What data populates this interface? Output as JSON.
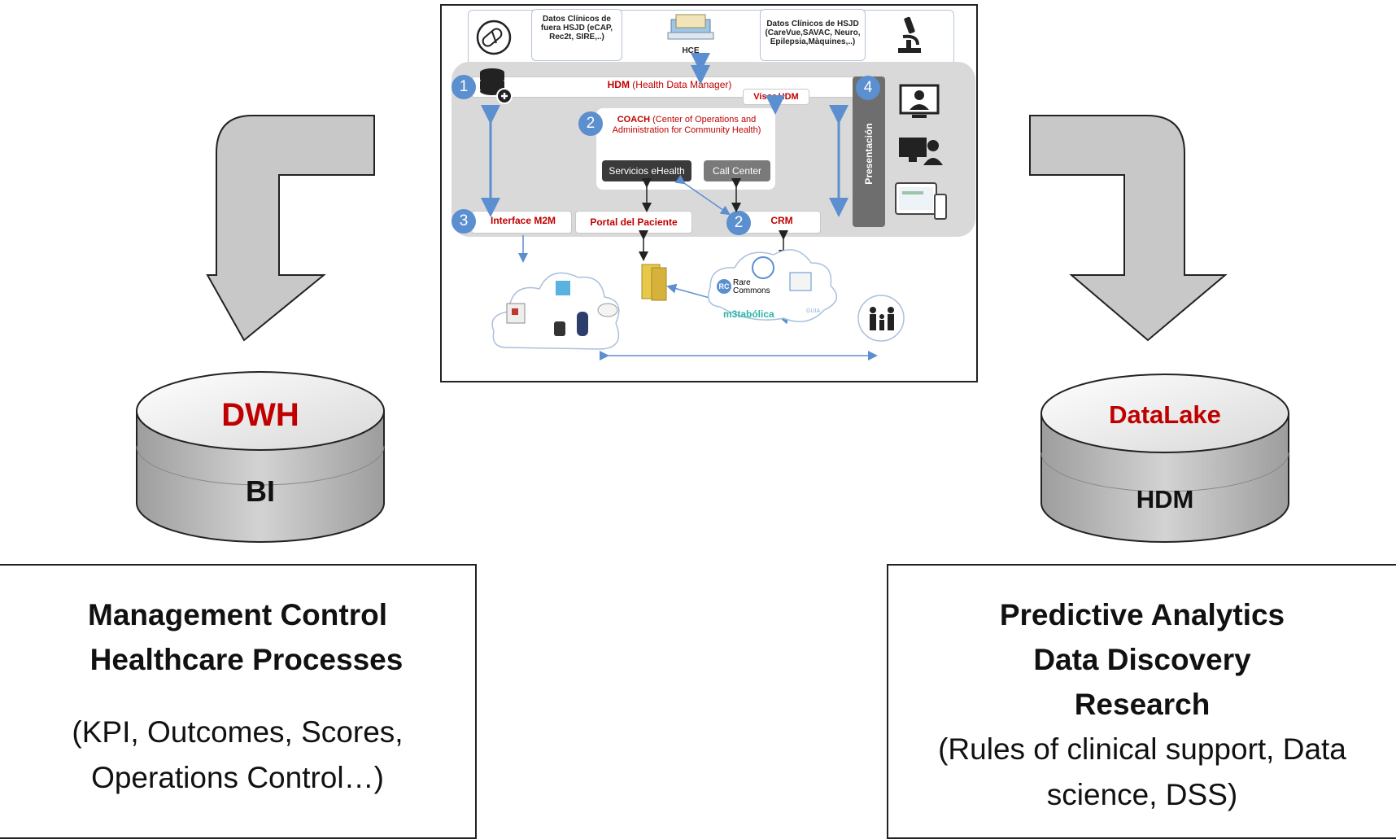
{
  "sources": {
    "external_clinical": "Datos Clínicos de fuera HSJD (eCAP, Rec2t, SIRE,..)",
    "hce": "HCE",
    "internal_clinical": "Datos Clínicos de HSJD (CareVue,SAVAC, Neuro, Epilepsia,Màquines,..)"
  },
  "hdm_bar": {
    "number": "1",
    "title": "HDM",
    "subtitle": "(Health Data Manager)"
  },
  "visor_hdm": "Visor HDM",
  "coach": {
    "number": "2",
    "title": "COACH",
    "subtitle": "(Center of Operations and Administration for Community Health)",
    "btn_ehealth": "Servicios eHealth",
    "btn_callcenter": "Call Center"
  },
  "presentation": {
    "number": "4",
    "label": "Presentación"
  },
  "bottom_row": {
    "m2m_number": "3",
    "m2m": "Interface M2M",
    "portal": "Portal del Paciente",
    "crm_number": "2",
    "crm": "CRM"
  },
  "cloud_logos": {
    "rare_badge": "RC",
    "rare1": "Rare",
    "rare2": "Commons",
    "metabolica": "m3tabólica",
    "guia": "GUIA"
  },
  "left_db": {
    "top": "DWH",
    "bottom": "BI"
  },
  "right_db": {
    "top": "DataLake",
    "bottom": "HDM"
  },
  "left_box": {
    "line1": "Management Control",
    "line2": "Healthcare Processes",
    "line3": "(KPI, Outcomes, Scores,",
    "line4": "Operations Control…)"
  },
  "right_box": {
    "line1": "Predictive Analytics",
    "line2": "Data Discovery",
    "line3": "Research",
    "line4": "(Rules of clinical support, Data",
    "line5": "science, DSS)"
  },
  "colors": {
    "red": "#c00000",
    "blue": "#5b8fd0",
    "grey_arrow": "#c8c8c8",
    "panel_grey": "#d9d9d9"
  }
}
